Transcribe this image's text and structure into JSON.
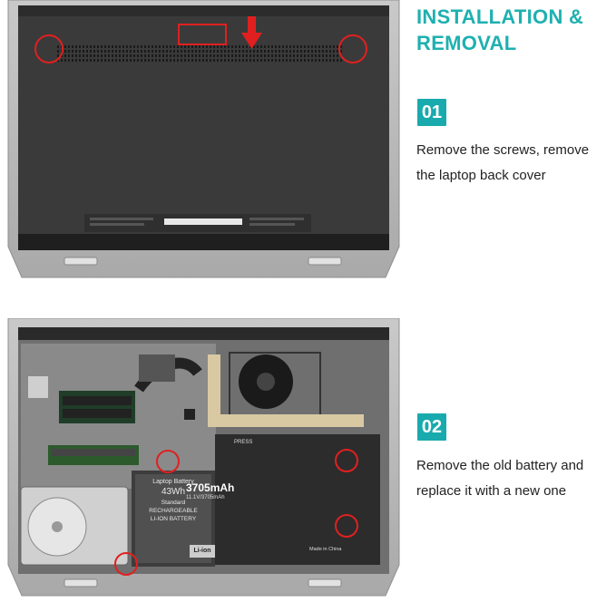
{
  "header": {
    "title_line1": "INSTALLATION &",
    "title_line2": "REMOVAL"
  },
  "steps": [
    {
      "number": "01",
      "line1": "Remove the screws, remove",
      "line2": "the laptop back cover"
    },
    {
      "number": "02",
      "line1": "Remove the old battery and",
      "line2": "replace it with a new one"
    }
  ],
  "battery": {
    "label_title": "Laptop Battery",
    "label_wh": "43Wh",
    "label_type": "Standard",
    "label_kind": "RECHARGEABLE",
    "label_chem": "LI-ION BATTERY",
    "capacity": "3705mAh",
    "spec": "11.1V/3705mAh",
    "badge": "Li-ion",
    "press": "PRESS",
    "origin": "Made in China"
  },
  "colors": {
    "accent": "#19aaae",
    "marker": "#e02020"
  }
}
